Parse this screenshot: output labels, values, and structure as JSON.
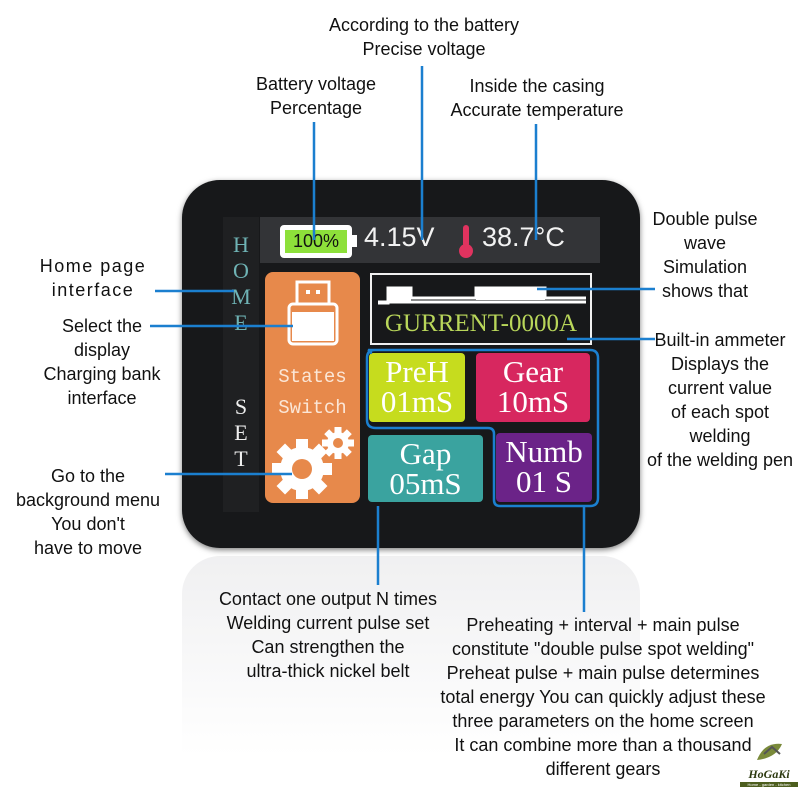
{
  "annotations": {
    "voltage_precise": [
      "According to the battery",
      "Precise voltage"
    ],
    "battery_percentage": [
      "Battery voltage",
      "Percentage"
    ],
    "temperature": [
      "Inside the casing",
      "Accurate temperature"
    ],
    "home_page": [
      "Home page",
      "interface"
    ],
    "charging_bank": [
      "Select the",
      "display",
      "Charging bank",
      "interface"
    ],
    "background_menu": [
      "Go to the",
      "background menu",
      "You don't",
      "have to move"
    ],
    "double_pulse": [
      "Double pulse",
      "wave",
      "Simulation",
      "shows that"
    ],
    "ammeter": [
      "Built-in ammeter",
      "Displays the",
      "current value",
      "of each spot",
      "welding",
      "of the welding pen"
    ],
    "contact_output": [
      "Contact one output N times",
      "Welding current pulse set",
      "Can strengthen the",
      "ultra-thick nickel belt"
    ],
    "preheating": [
      "Preheating + interval + main pulse",
      "constitute \"double pulse spot welding\"",
      "Preheat pulse + main pulse determines",
      "total energy You can quickly adjust these",
      "three parameters on the home screen",
      "It can combine more than a thousand",
      "different gears"
    ]
  },
  "screen": {
    "battery_percent": "100%",
    "battery_level": 1.0,
    "voltage": "4.15V",
    "temperature": "38.7°C",
    "sidebar_home": [
      "H",
      "O",
      "M",
      "E"
    ],
    "sidebar_set": [
      "S",
      "E",
      "T"
    ],
    "states_switch": [
      "States",
      "Switch"
    ],
    "current_readout": "GURRENT-0000A",
    "tiles": {
      "preh": {
        "label": "PreH",
        "value": "01mS",
        "color": "#c6dc1e"
      },
      "gear": {
        "label": "Gear",
        "value": "10mS",
        "color": "#d7275f"
      },
      "gap": {
        "label": "Gap",
        "value": "05mS",
        "color": "#3aa39f"
      },
      "numb": {
        "label": "Numb",
        "value": "01 S",
        "color": "#6b2388"
      }
    }
  },
  "logo": {
    "name": "HoGaKi",
    "tagline": "Home - garden - kitchen"
  },
  "colors": {
    "callout_line": "#1b7fcf",
    "orange_panel": "#e7894b",
    "battery_fill": "#8de03a"
  }
}
